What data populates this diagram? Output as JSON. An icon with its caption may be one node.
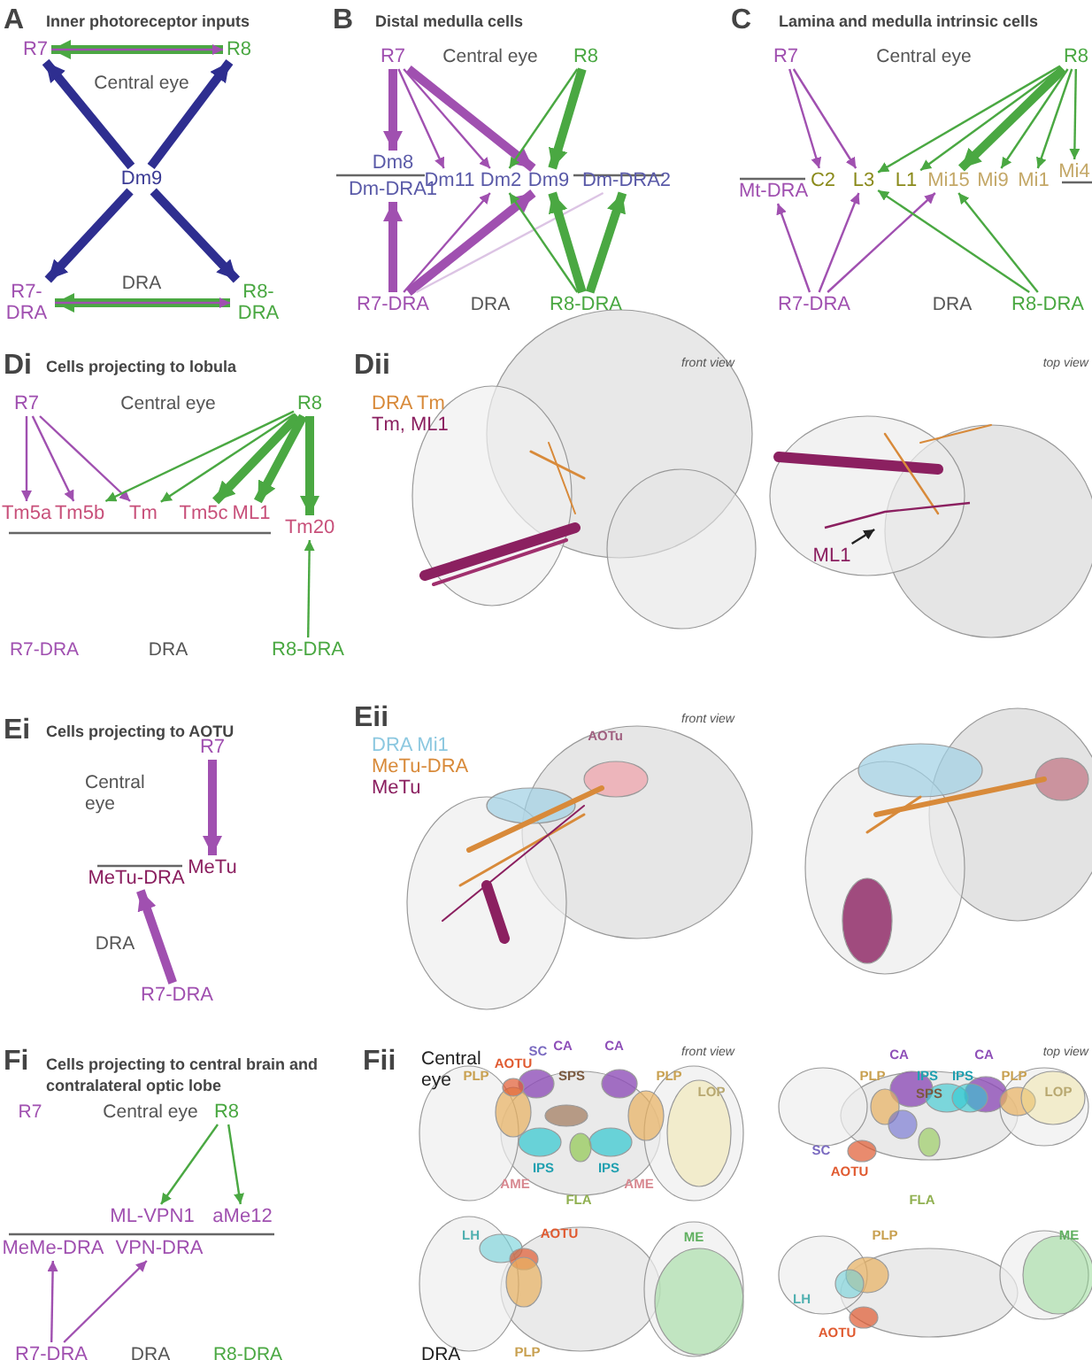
{
  "diagram": {
    "nodes": [
      {
        "text": [
          "R7"
        ]
      },
      {
        "text": [
          "R8"
        ]
      },
      {
        "text": [
          "Dm9"
        ]
      },
      {
        "text": [
          "R7- DRA"
        ]
      },
      {
        "text": [
          "R8- DRA"
        ]
      },
      {
        "text": [
          "R7"
        ]
      },
      {
        "text": [
          "R8"
        ]
      },
      {
        "text": [
          "Dm8"
        ]
      },
      {
        "text": [
          "Dm-DRA1"
        ]
      },
      {
        "text": [
          "Dm11"
        ]
      },
      {
        "text": [
          "Dm2"
        ]
      },
      {
        "text": [
          "Dm9"
        ]
      },
      {
        "text": [
          "Dm-DRA2"
        ]
      },
      {
        "text": [
          "R7-DRA"
        ]
      },
      {
        "text": [
          "R8-DRA"
        ]
      },
      {
        "text": [
          "R7"
        ]
      },
      {
        "text": [
          "R8"
        ]
      },
      {
        "text": [
          "Mt-DRA"
        ]
      },
      {
        "text": [
          "C2"
        ]
      },
      {
        "text": [
          "L3"
        ]
      },
      {
        "text": [
          "L1"
        ]
      },
      {
        "text": [
          "Mi15"
        ]
      },
      {
        "text": [
          "Mi9"
        ]
      },
      {
        "text": [
          "Mi1"
        ]
      },
      {
        "text": [
          "Mi4"
        ]
      },
      {
        "text": [
          "R7-DRA"
        ]
      },
      {
        "text": [
          "R8-DRA"
        ]
      },
      {
        "text": [
          "R7"
        ]
      },
      {
        "text": [
          "R8"
        ]
      },
      {
        "text": [
          "Tm5a"
        ]
      },
      {
        "text": [
          "Tm5b"
        ]
      },
      {
        "text": [
          "Tm"
        ]
      },
      {
        "text": [
          "Tm5c"
        ]
      },
      {
        "text": [
          "ML1"
        ]
      },
      {
        "text": [
          "Tm20"
        ]
      },
      {
        "text": [
          "R8-DRA"
        ]
      },
      {
        "text": [
          "ML1"
        ]
      },
      {
        "text": [
          "R7"
        ]
      },
      {
        "text": [
          "MeTu"
        ]
      },
      {
        "text": [
          "MeTu-DRA"
        ]
      },
      {
        "text": [
          "R7-DRA"
        ]
      },
      {
        "text": [
          "R8"
        ]
      },
      {
        "text": [
          "ML-VPN1"
        ]
      },
      {
        "text": [
          "aMe12"
        ]
      },
      {
        "text": [
          "MeMe-DRA"
        ]
      },
      {
        "text": [
          "VPN-DRA"
        ]
      },
      {
        "text": [
          "R7-DRA"
        ]
      },
      {
        "text": [],
        "shape": "picture"
      }
    ],
    "edges": [
      {
        "from": 1,
        "to": 0,
        "arrow": "to",
        "style": "thick",
        "color": "#4aa842"
      },
      {
        "from": 0,
        "to": 1,
        "arrow": "to",
        "color": "#a050b0"
      },
      {
        "from": 2,
        "to": 0,
        "arrow": "to",
        "style": "thick",
        "color": "#2e2e90"
      },
      {
        "from": 2,
        "to": 1,
        "arrow": "to",
        "style": "thick",
        "color": "#2e2e90"
      },
      {
        "from": 2,
        "to": 3,
        "arrow": "to",
        "style": "thick",
        "color": "#2e2e90"
      },
      {
        "from": 2,
        "to": 4,
        "arrow": "to",
        "style": "thick",
        "color": "#2e2e90"
      },
      {
        "from": 4,
        "to": 3,
        "arrow": "to",
        "style": "thick",
        "color": "#4aa842"
      },
      {
        "from": 3,
        "to": 4,
        "arrow": "to",
        "color": "#a050b0"
      },
      {
        "from": 5,
        "to": 7,
        "arrow": "to",
        "style": "thick",
        "color": "#a050b0"
      },
      {
        "from": 5,
        "to": 9,
        "arrow": "to",
        "color": "#a050b0"
      },
      {
        "from": 5,
        "to": 10,
        "arrow": "to",
        "color": "#a050b0"
      },
      {
        "from": 5,
        "to": 11,
        "arrow": "to",
        "style": "thick",
        "color": "#a050b0"
      },
      {
        "from": 6,
        "to": 10,
        "arrow": "to",
        "color": "#4aa842"
      },
      {
        "from": 6,
        "to": 11,
        "arrow": "to",
        "style": "thick",
        "color": "#4aa842"
      },
      {
        "from": 13,
        "to": 8,
        "arrow": "to",
        "style": "thick",
        "color": "#a050b0"
      },
      {
        "from": 13,
        "to": 10,
        "arrow": "to",
        "color": "#a050b0"
      },
      {
        "from": 13,
        "to": 11,
        "arrow": "to",
        "style": "thick",
        "color": "#a050b0"
      },
      {
        "from": 13,
        "to": 12,
        "arrow": "none",
        "color": "#dcc4e4"
      },
      {
        "from": 14,
        "to": 10,
        "arrow": "to",
        "color": "#4aa842"
      },
      {
        "from": 14,
        "to": 11,
        "arrow": "to",
        "style": "thick",
        "color": "#4aa842"
      },
      {
        "from": 14,
        "to": 12,
        "arrow": "to",
        "style": "thick",
        "color": "#4aa842"
      },
      {
        "from": 15,
        "to": 18,
        "arrow": "to",
        "color": "#a050b0"
      },
      {
        "from": 15,
        "to": 19,
        "arrow": "to",
        "color": "#a050b0"
      },
      {
        "from": 16,
        "to": 19,
        "arrow": "to",
        "color": "#4aa842"
      },
      {
        "from": 16,
        "to": 20,
        "arrow": "to",
        "color": "#4aa842"
      },
      {
        "from": 16,
        "to": 21,
        "arrow": "to",
        "style": "thick",
        "color": "#4aa842"
      },
      {
        "from": 16,
        "to": 22,
        "arrow": "to",
        "color": "#4aa842"
      },
      {
        "from": 16,
        "to": 23,
        "arrow": "to",
        "color": "#4aa842"
      },
      {
        "from": 16,
        "to": 24,
        "arrow": "to",
        "color": "#4aa842"
      },
      {
        "from": 25,
        "to": 17,
        "arrow": "to",
        "color": "#a050b0"
      },
      {
        "from": 25,
        "to": 19,
        "arrow": "to",
        "color": "#a050b0"
      },
      {
        "from": 25,
        "to": 21,
        "arrow": "to",
        "color": "#a050b0"
      },
      {
        "from": 26,
        "to": 19,
        "arrow": "to",
        "color": "#4aa842"
      },
      {
        "from": 26,
        "to": 21,
        "arrow": "to",
        "color": "#4aa842"
      },
      {
        "from": 27,
        "to": 29,
        "arrow": "to",
        "color": "#a050b0"
      },
      {
        "from": 27,
        "to": 30,
        "arrow": "to",
        "color": "#a050b0"
      },
      {
        "from": 27,
        "to": 31,
        "arrow": "to",
        "color": "#a050b0"
      },
      {
        "from": 28,
        "to": 30,
        "arrow": "to",
        "color": "#4aa842"
      },
      {
        "from": 28,
        "to": 31,
        "arrow": "to",
        "color": "#4aa842"
      },
      {
        "from": 28,
        "to": 32,
        "arrow": "to",
        "style": "thick",
        "color": "#4aa842"
      },
      {
        "from": 28,
        "to": 33,
        "arrow": "to",
        "style": "thick",
        "color": "#4aa842"
      },
      {
        "from": 28,
        "to": 34,
        "arrow": "to",
        "style": "thick",
        "color": "#4aa842"
      },
      {
        "from": 35,
        "to": 34,
        "arrow": "to",
        "color": "#4aa842"
      },
      {
        "from": 36,
        "to": 47,
        "arrow": "to",
        "color": "#222222"
      },
      {
        "from": 37,
        "to": 38,
        "arrow": "to",
        "style": "thick",
        "color": "#a050b0"
      },
      {
        "from": 40,
        "to": 39,
        "arrow": "to",
        "style": "thick",
        "color": "#a050b0"
      },
      {
        "from": 41,
        "to": 42,
        "arrow": "to",
        "color": "#4aa842"
      },
      {
        "from": 41,
        "to": 43,
        "arrow": "to",
        "color": "#4aa842"
      },
      {
        "from": 46,
        "to": 44,
        "arrow": "to",
        "color": "#a050b0"
      },
      {
        "from": 46,
        "to": 45,
        "arrow": "to",
        "color": "#a050b0"
      }
    ],
    "labels": [
      "A",
      "Inner photoreceptor inputs",
      "Central eye",
      "DRA",
      "B",
      "Distal medulla cells",
      "Central eye",
      "DRA",
      "C",
      "Lamina and medulla intrinsic cells",
      "Central eye",
      "DRA",
      "Di",
      "Cells projecting to lobula",
      "Central eye",
      "R7-DRA",
      "DRA",
      "Dii",
      "front view",
      "top view",
      "Ei",
      "Cells projecting to AOTU",
      "Central eye",
      "DRA",
      "Eii",
      "front view",
      "AOTu",
      "Fi",
      "Cells projecting to central brain and contralateral optic lobe",
      "R7",
      "Central eye",
      "DRA",
      "R8-DRA",
      "Fii",
      "Central eye",
      "AOTU",
      "SC",
      "CA",
      "CA",
      "front view",
      "CA",
      "CA",
      "top view",
      "PLP",
      "SPS",
      "PLP",
      "PLP",
      "IPS",
      "IPS",
      "PLP",
      "LOP",
      "SPS",
      "LOP",
      "SC",
      "IPS",
      "IPS",
      "AOTU",
      "AME",
      "AME",
      "FLA",
      "FLA",
      "LH",
      "AOTU",
      "ME",
      "PLP",
      "ME",
      "LH",
      "AOTU",
      "DRA",
      "PLP"
    ],
    "legend": [
      {
        "text": "DRA Tm",
        "color": "#d88a3a"
      },
      {
        "text": "Tm, ML1",
        "color": "#8b2060"
      },
      {
        "text": "DRA Mi1",
        "color": "#8cc8e0"
      },
      {
        "text": "MeTu-DRA",
        "color": "#d88a3a"
      },
      {
        "text": "MeTu",
        "color": "#8b2060"
      }
    ]
  }
}
